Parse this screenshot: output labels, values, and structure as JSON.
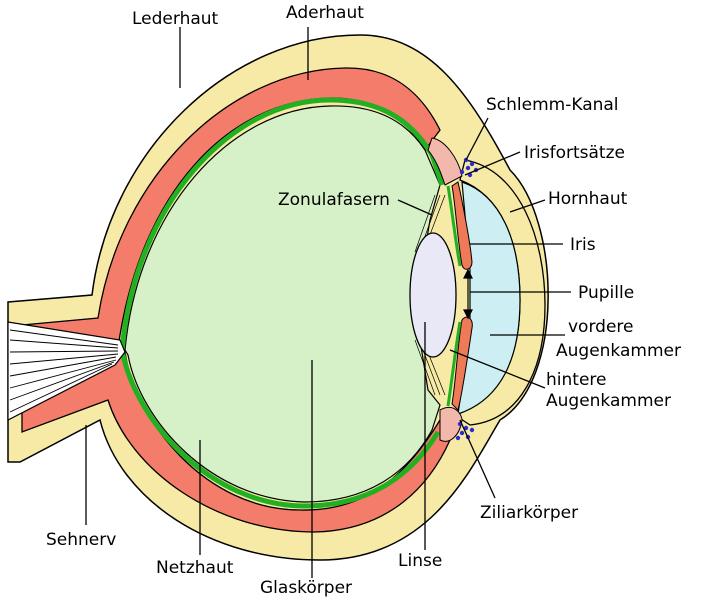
{
  "labels": {
    "lederhaut": "Lederhaut",
    "aderhaut": "Aderhaut",
    "schlemm_kanal": "Schlemm-Kanal",
    "irisfortsaetze": "Irisfortsätze",
    "hornhaut": "Hornhaut",
    "zonulafasern": "Zonulafasern",
    "iris": "Iris",
    "pupille": "Pupille",
    "vordere_augenkammer_1": "vordere",
    "vordere_augenkammer_2": "Augenkammer",
    "hintere_augenkammer_1": "hintere",
    "hintere_augenkammer_2": "Augenkammer",
    "ziliarkoerper": "Ziliarkörper",
    "sehnerv": "Sehnerv",
    "netzhaut": "Netzhaut",
    "linse": "Linse",
    "glaskoerper": "Glaskörper"
  },
  "colors": {
    "sclera": "#f6eaa6",
    "choroid": "#f47c6a",
    "retina": "#22b022",
    "vitreous": "#d6f0c8",
    "lens": "#e8e8f6",
    "cornea_chamber": "#cdeef2",
    "iris": "#ef7a58",
    "ciliary": "#f2b8ac",
    "schlemm_dots": "#2b2bd0",
    "outline": "#000000"
  }
}
